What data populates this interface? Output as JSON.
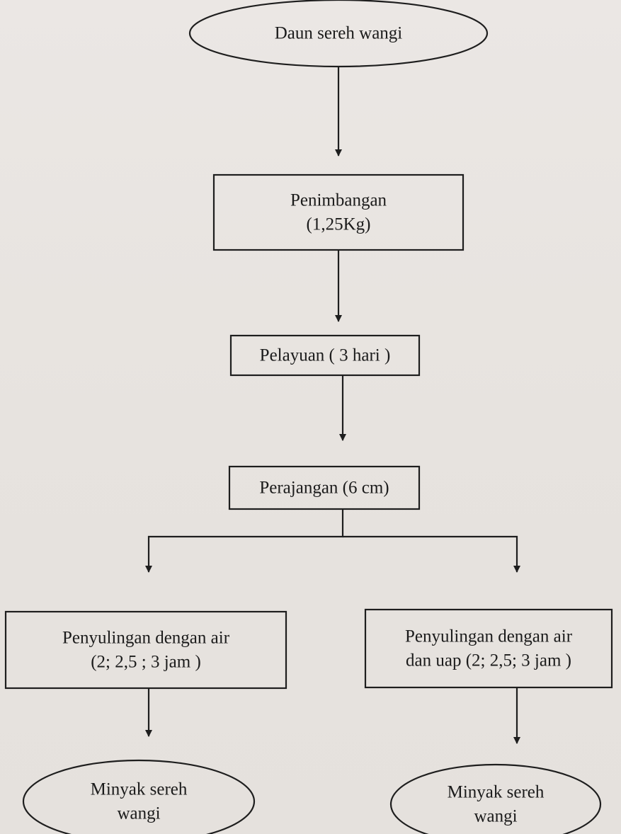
{
  "diagram": {
    "nodes": [
      {
        "id": "start",
        "shape": "ellipse",
        "lines": [
          "Daun sereh wangi"
        ]
      },
      {
        "id": "weigh",
        "shape": "rect",
        "lines": [
          "Penimbangan",
          "(1,25Kg)"
        ]
      },
      {
        "id": "wilt",
        "shape": "rect",
        "lines": [
          "Pelayuan ( 3 hari )"
        ]
      },
      {
        "id": "chop",
        "shape": "rect",
        "lines": [
          "Perajangan (6 cm)"
        ]
      },
      {
        "id": "distill-water",
        "shape": "rect",
        "lines": [
          "Penyulingan dengan air",
          "(2; 2,5 ; 3 jam )"
        ]
      },
      {
        "id": "distill-steam",
        "shape": "rect",
        "lines": [
          "Penyulingan dengan air",
          "dan uap (2; 2,5; 3 jam )"
        ]
      },
      {
        "id": "oil-left",
        "shape": "ellipse",
        "lines": [
          "Minyak sereh",
          "wangi"
        ]
      },
      {
        "id": "oil-right",
        "shape": "ellipse",
        "lines": [
          "Minyak sereh",
          "wangi"
        ]
      }
    ],
    "edges": [
      {
        "from": "start",
        "to": "weigh"
      },
      {
        "from": "weigh",
        "to": "wilt"
      },
      {
        "from": "wilt",
        "to": "chop"
      },
      {
        "from": "chop",
        "to": "distill-water"
      },
      {
        "from": "chop",
        "to": "distill-steam"
      },
      {
        "from": "distill-water",
        "to": "oil-left"
      },
      {
        "from": "distill-steam",
        "to": "oil-right"
      }
    ]
  },
  "colors": {
    "stroke": "#1e1e1e",
    "text": "#1b1b1b",
    "paper": "#e9e5e2"
  }
}
